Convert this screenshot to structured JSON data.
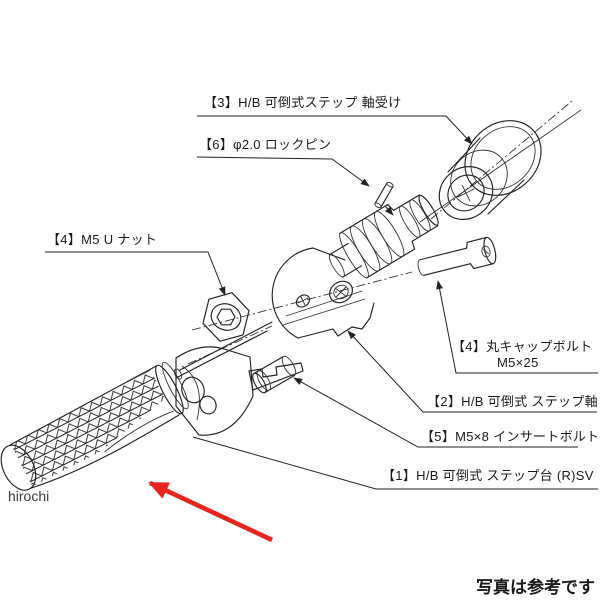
{
  "diagram": {
    "callouts": {
      "c3": {
        "text": "【3】H/B 可倒式ステップ 軸受け"
      },
      "c6": {
        "text": "【6】φ2.0 ロックピン"
      },
      "c4_nut": {
        "text": "【4】M5 U ナット"
      },
      "c4_bolt": {
        "line1": "【4】丸キャップボルト",
        "line2": "M5×25"
      },
      "c2": {
        "text": "【2】H/B 可倒式 ステップ軸"
      },
      "c5": {
        "text": "【5】M5×8 インサートボルト"
      },
      "c1": {
        "text": "【1】H/B 可倒式 ステップ台 (R)SV"
      }
    },
    "watermark": "hirochi",
    "footer_note": "写真は参考です",
    "colors": {
      "line": "#222222",
      "red_arrow": "#e8251d",
      "background": "#ffffff",
      "text": "#1a1a1a"
    }
  }
}
